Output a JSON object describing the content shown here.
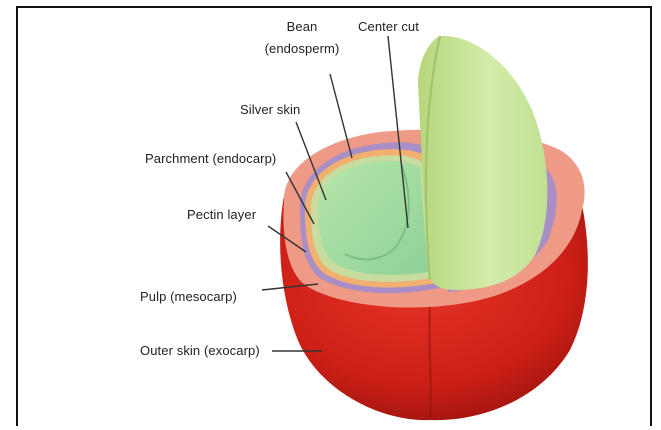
{
  "labels": {
    "bean_line1": "Bean",
    "bean_line2": "(endosperm)",
    "center_cut": "Center cut",
    "silver_skin": "Silver skin",
    "parchment": "Parchment (endocarp)",
    "pectin": "Pectin layer",
    "pulp": "Pulp (mesocarp)",
    "outer_skin": "Outer skin (exocarp)"
  },
  "colors": {
    "outer_skin": "#d8231c",
    "pulp": "#ef9a86",
    "pectin": "#a98fc6",
    "parchment": "#f2b070",
    "silver_skin": "#c9dca0",
    "bean": "#a8dea0",
    "center_bean": "#c8e8a0"
  }
}
